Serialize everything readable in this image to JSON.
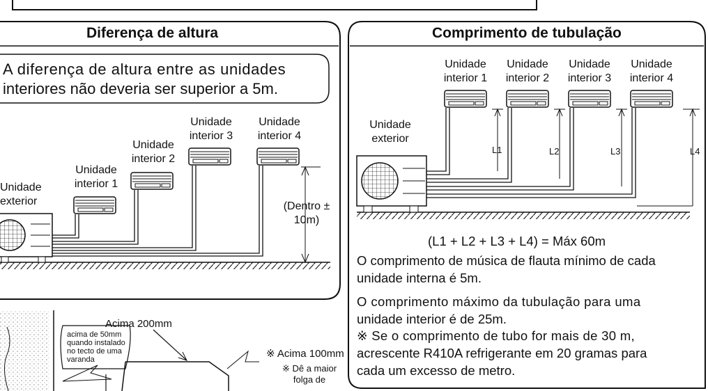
{
  "left_panel": {
    "title": "Diferença de altura",
    "note_line1": "A diferença de altura entre as unidades",
    "note_line2": "interiores não deveria ser superior a 5m.",
    "outdoor_label": [
      "Unidade",
      "exterior"
    ],
    "indoor_labels": [
      [
        "Unidade",
        "interior 1"
      ],
      [
        "Unidade",
        "interior 2"
      ],
      [
        "Unidade",
        "interior 3"
      ],
      [
        "Unidade",
        "interior 4"
      ]
    ],
    "height_note": [
      "(Dentro ±",
      "10m)"
    ]
  },
  "right_panel": {
    "title": "Comprimento de tubulação",
    "outdoor_label": [
      "Unidade",
      "exterior"
    ],
    "indoor_labels": [
      [
        "Unidade",
        "interior 1"
      ],
      [
        "Unidade",
        "interior 2"
      ],
      [
        "Unidade",
        "interior 3"
      ],
      [
        "Unidade",
        "interior 4"
      ]
    ],
    "lengths": [
      "L1",
      "L2",
      "L3",
      "L4"
    ],
    "formula": "(L1 + L2 + L3 + L4) = Máx 60m",
    "text1_line1": "O comprimento de música de flauta mínimo de cada",
    "text1_line2": "unidade interna é 5m.",
    "text2_line1": "O comprimento máximo da tubulação para uma",
    "text2_line2": "unidade interior é de 25m.",
    "text3_line1": "※ Se o comprimento de tubo for mais de 30 m,",
    "text3_line2": "acrescente R410A refrigerante em 20 gramas para",
    "text3_line3": "cada um excesso de metro."
  },
  "bottom_left": {
    "above_200": "Acima 200mm",
    "above_50": [
      "acima de 50mm",
      "quando instalado",
      "no tecto de uma",
      "varanda"
    ],
    "above_100": "※ Acima 100mm",
    "clearance": [
      "※ Dê a maior",
      "folga de"
    ]
  }
}
